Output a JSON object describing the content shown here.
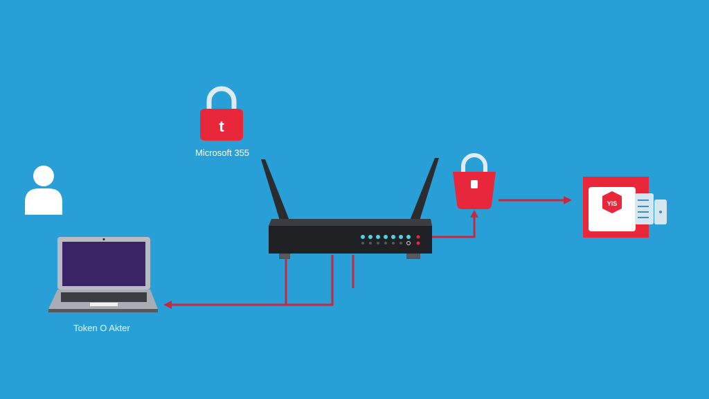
{
  "labels": {
    "cloud_service": "Microsoft 355",
    "laptop": "Token O Akter",
    "lock_top_glyph": "t",
    "server_badge": "YIS"
  },
  "colors": {
    "background": "#289fd6",
    "accent_red": "#e8283a",
    "line_red": "#c8283f",
    "router": "#1f2124",
    "led": "#4fd3e6"
  }
}
